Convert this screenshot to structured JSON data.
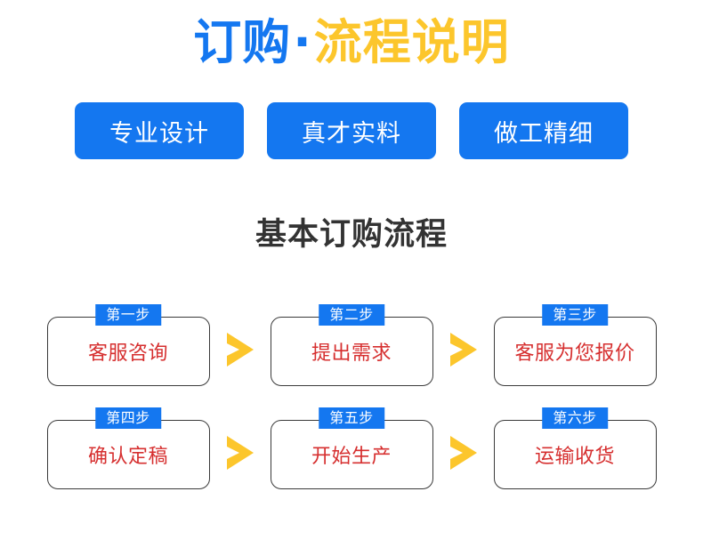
{
  "colors": {
    "blue": "#1477F0",
    "yellow": "#FCC62C",
    "red": "#D62F2F",
    "dark": "#333333",
    "border": "#3A3A3A",
    "white": "#FFFFFF"
  },
  "header": {
    "title_part1": "订购",
    "title_dot": "·",
    "title_part2": "流程说明"
  },
  "features": [
    {
      "label": "专业设计"
    },
    {
      "label": "真才实料"
    },
    {
      "label": "做工精细"
    }
  ],
  "section": {
    "heading": "基本订购流程"
  },
  "flow": {
    "rows": [
      {
        "steps": [
          {
            "badge": "第一步",
            "label": "客服咨询"
          },
          {
            "badge": "第二步",
            "label": "提出需求"
          },
          {
            "badge": "第三步",
            "label": "客服为您报价"
          }
        ],
        "arrows": [
          "chevron-right-icon",
          "chevron-right-icon"
        ]
      },
      {
        "steps": [
          {
            "badge": "第四步",
            "label": "确认定稿"
          },
          {
            "badge": "第五步",
            "label": "开始生产"
          },
          {
            "badge": "第六步",
            "label": "运输收货"
          }
        ],
        "arrows": [
          "chevron-right-icon",
          "chevron-right-icon"
        ]
      }
    ]
  }
}
